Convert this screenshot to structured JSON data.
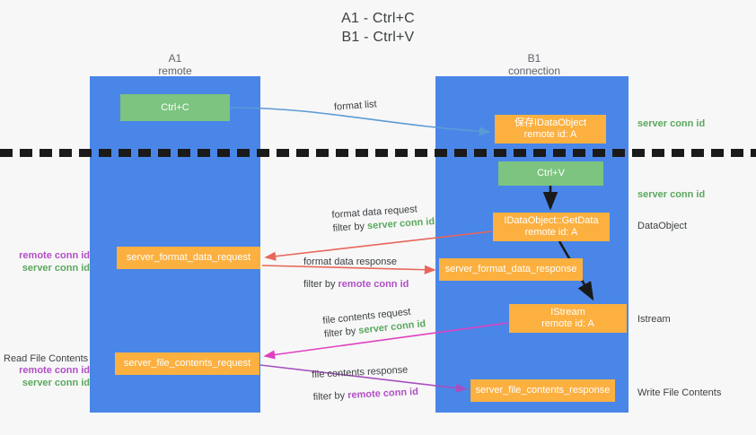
{
  "title": {
    "line1": "A1 - Ctrl+C",
    "line2": "B1 - Ctrl+V"
  },
  "columns": {
    "left": {
      "name": "A1",
      "role": "remote"
    },
    "right": {
      "name": "B1",
      "role": "connection"
    }
  },
  "boxes": {
    "ctrl_c": {
      "label": "Ctrl+C",
      "color": "#7cc47f"
    },
    "save_dataobject": {
      "line1": "保存IDataObject",
      "line2": "remote id: A",
      "color": "#fbb040"
    },
    "ctrl_v": {
      "label": "Ctrl+V",
      "color": "#7cc47f"
    },
    "get_data": {
      "line1": "IDataObject::GetData",
      "line2": "remote id: A",
      "color": "#fbb040"
    },
    "istream": {
      "line1": "IStream",
      "line2": "remote id: A",
      "color": "#fbb040"
    },
    "server_format_data_request": {
      "label": "server_format_data_request",
      "color": "#fbb040"
    },
    "server_format_data_response": {
      "label": "server_format_data_response",
      "color": "#fbb040"
    },
    "server_file_contents_request": {
      "label": "server_file_contents_request",
      "color": "#fbb040"
    },
    "server_file_contents_response": {
      "label": "server_file_contents_response",
      "color": "#fbb040"
    }
  },
  "flows": {
    "format_list": {
      "text": "format list"
    },
    "format_data_request": {
      "line1": "format data request",
      "filter_prefix": "filter by ",
      "filter_value": "server conn id"
    },
    "format_data_response": {
      "line1": "format data response",
      "filter_prefix": "filter by ",
      "filter_value": "remote conn id"
    },
    "file_contents_request": {
      "line1": "file contents request",
      "filter_prefix": "filter by ",
      "filter_value": "server conn id"
    },
    "file_contents_response": {
      "line1": "file contents response",
      "filter_prefix": "filter by ",
      "filter_value": "remote conn id"
    }
  },
  "annotations": {
    "server_conn_id_top": "server conn id",
    "server_conn_id_mid": "server conn id",
    "dataobject": "DataObject",
    "istream": "Istream",
    "write_file_contents": "Write File Contents",
    "read_file_contents": "Read File Contents",
    "left_remote_conn_id_1": "remote conn id",
    "left_server_conn_id_1": "server conn id",
    "left_remote_conn_id_2": "remote conn id",
    "left_server_conn_id_2": "server conn id"
  },
  "colors": {
    "lane": "#4a86e8",
    "green_box": "#7cc47f",
    "orange_box": "#fbb040",
    "green_text": "#5aa85e",
    "purple_text": "#b14fc5",
    "arrow_blue": "#5b9bd5",
    "arrow_red": "#e8665a",
    "arrow_magenta": "#e040c0",
    "arrow_purple": "#a64fc0",
    "arrow_black": "#1a1a1a",
    "background": "#f7f7f7"
  }
}
